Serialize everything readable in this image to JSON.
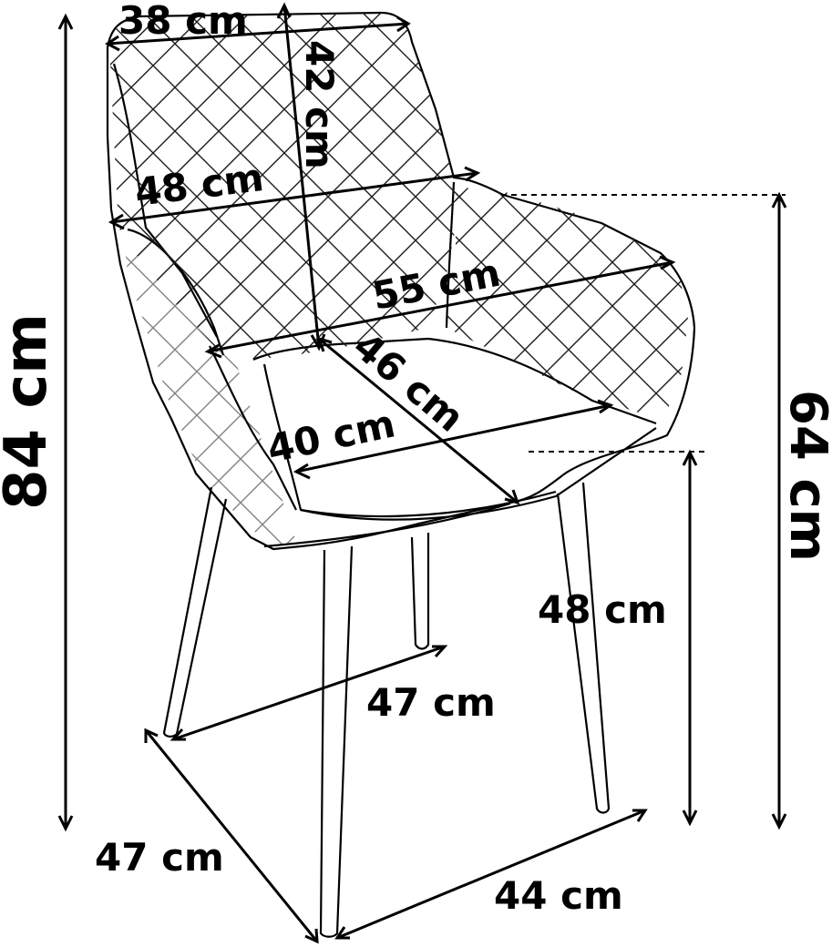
{
  "diagram": {
    "colors": {
      "line": "#000000",
      "background": "#ffffff",
      "quilt": "#1a1a1a"
    },
    "dimensions": {
      "backrest_width": "38 cm",
      "backrest_height": "42 cm",
      "shoulder_width": "48 cm",
      "overall_width": "55 cm",
      "seat_depth": "46 cm",
      "seat_width": "40 cm",
      "total_height": "84 cm",
      "armrest_height": "64 cm",
      "seat_height": "48 cm",
      "leg_span_back": "47 cm",
      "leg_span_side": "47 cm",
      "leg_span_front": "44 cm"
    }
  }
}
